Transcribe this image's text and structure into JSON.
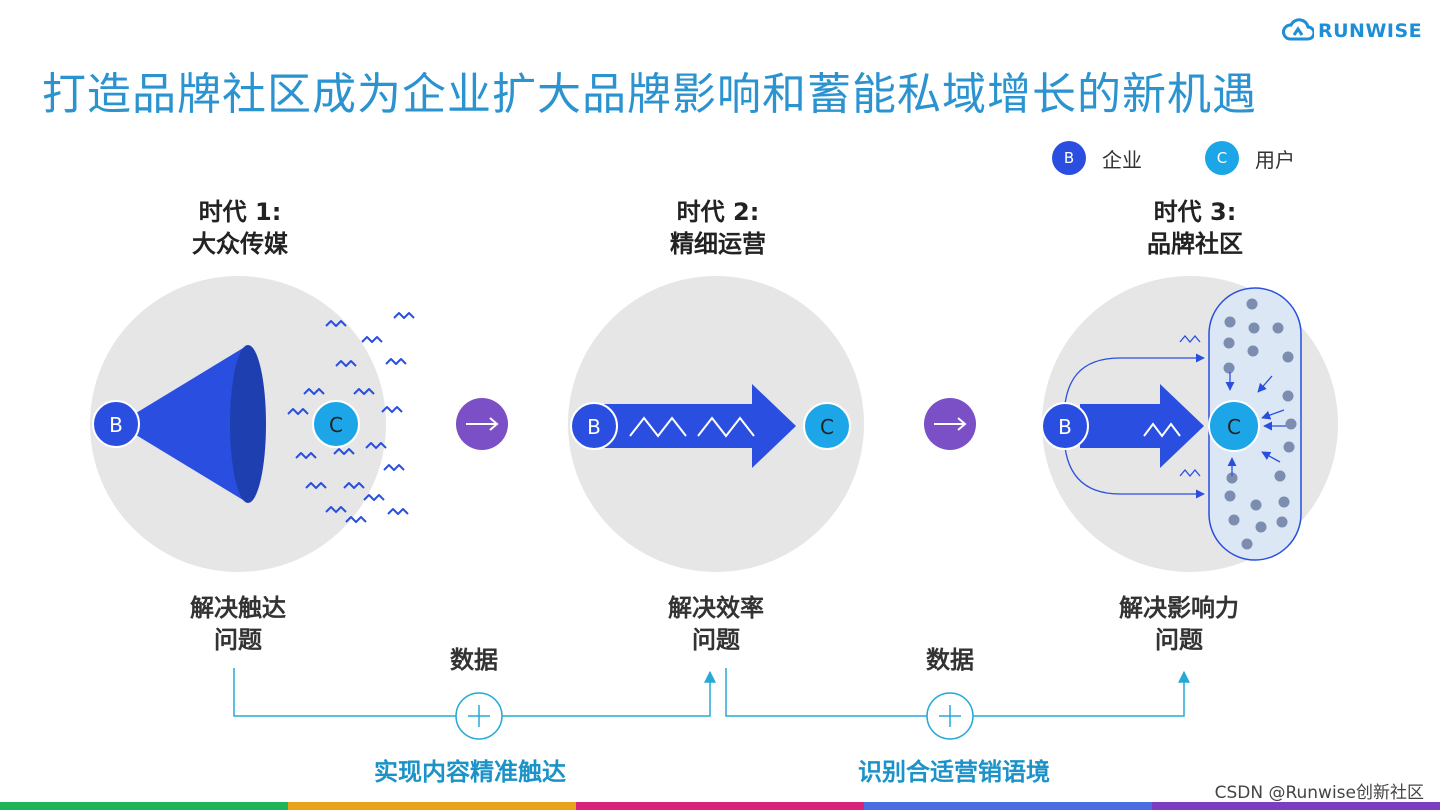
{
  "brand": {
    "logo_text": "RUNWISE"
  },
  "title": "打造品牌社区成为企业扩大品牌影响和蓄能私域增长的新机遇",
  "legend": [
    {
      "letter": "B",
      "label": "企业",
      "color": "#2a4fe0"
    },
    {
      "letter": "C",
      "label": "用户",
      "color": "#1ca6e8"
    }
  ],
  "eras": [
    {
      "heading": "时代 1:",
      "name": "大众传媒",
      "solves": "解决触达",
      "solves_line2": "问题"
    },
    {
      "heading": "时代 2:",
      "name": "精细运营",
      "solves": "解决效率",
      "solves_line2": "问题"
    },
    {
      "heading": "时代 3:",
      "name": "品牌社区",
      "solves": "解决影响力",
      "solves_line2": "问题"
    }
  ],
  "node_labels": {
    "b": "B",
    "c": "C"
  },
  "transitions": [
    {
      "data_label": "数据",
      "result": "实现内容精准触达"
    },
    {
      "data_label": "数据",
      "result": "识别合适营销语境"
    }
  ],
  "watermark": "CSDN @Runwise创新社区",
  "colors": {
    "title": "#2a93d0",
    "enterprise_blue": "#2a4fe0",
    "user_blue": "#1ca6e8",
    "arrow_purple": "#7b4fc6",
    "bracket_teal": "#27a9d6",
    "circle_bg": "#e6e6e6"
  },
  "footer_colors": [
    "#1fb35a",
    "#e8a21c",
    "#d8237a",
    "#4a6de0",
    "#7a3fc0"
  ]
}
